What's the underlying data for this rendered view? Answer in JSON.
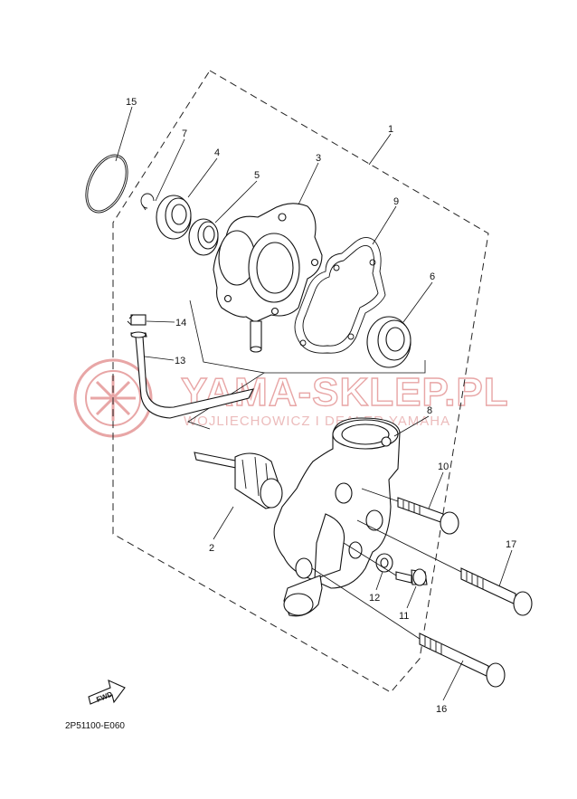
{
  "diagram": {
    "callouts": [
      {
        "id": "c15",
        "text": "15"
      },
      {
        "id": "c7",
        "text": "7"
      },
      {
        "id": "c4",
        "text": "4"
      },
      {
        "id": "c5",
        "text": "5"
      },
      {
        "id": "c3",
        "text": "3"
      },
      {
        "id": "c1",
        "text": "1"
      },
      {
        "id": "c9",
        "text": "9"
      },
      {
        "id": "c6",
        "text": "6"
      },
      {
        "id": "c14",
        "text": "14"
      },
      {
        "id": "c13",
        "text": "13"
      },
      {
        "id": "c8",
        "text": "8"
      },
      {
        "id": "c10",
        "text": "10"
      },
      {
        "id": "c2",
        "text": "2"
      },
      {
        "id": "c17",
        "text": "17"
      },
      {
        "id": "c12",
        "text": "12"
      },
      {
        "id": "c11",
        "text": "11"
      },
      {
        "id": "c16",
        "text": "16"
      }
    ],
    "fwd_label": "FWD",
    "diagram_code": "2P51100-E060"
  },
  "watermark": {
    "main": "YAMA-SKLEP.PL",
    "sub": "WOJLIECHOWICZ I DEALER YAMAHA"
  },
  "colors": {
    "line": "#111111",
    "watermark": "#e8a6a6",
    "background": "#ffffff"
  }
}
